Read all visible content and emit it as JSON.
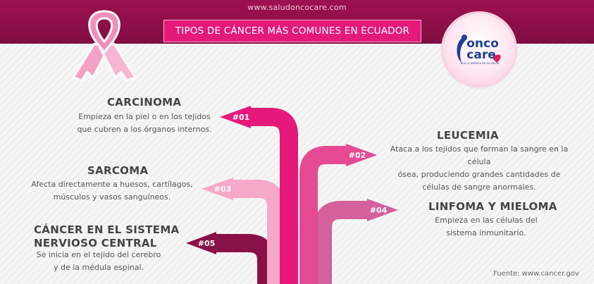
{
  "site_url": "www.saludoncocare.com",
  "title": "TIPOS DE CÁNCER MÁS COMUNES EN ECUADOR",
  "logo": {
    "text_line1": "onco",
    "text_line2": "care",
    "tagline": "NOS OCUPAMOS DE SU SALUD"
  },
  "source": "Fuente: www.cancer.gov",
  "colors": {
    "magenta": "#e5197a",
    "dark_plum": "#8a1048",
    "light_pink": "#f6a8c8",
    "mid_pink": "#d4609c",
    "deep_wine": "#9c1053"
  },
  "types": [
    {
      "number": "#01",
      "title": "CARCINOMA",
      "lines": [
        "Empieza en la piel o en los tejidos",
        "que cubren a los órganos internos."
      ]
    },
    {
      "number": "#02",
      "title": "LEUCEMIA",
      "lines": [
        "Ataca a los tejidos que forman la sangre en la célula",
        "ósea, produciendo grandes cantidades de",
        "células de sangre anormales."
      ]
    },
    {
      "number": "#03",
      "title": "SARCOMA",
      "lines": [
        "Afecta directamente a huesos, cartílagos,",
        "músculos y vasos sanguíneos."
      ]
    },
    {
      "number": "#04",
      "title": "LINFOMA Y MIELOMA",
      "lines": [
        "Empieza en las células del",
        "sistema inmunitario."
      ]
    },
    {
      "number": "#05",
      "title_lines": [
        "CÁNCER EN EL SISTEMA",
        "NERVIOSO CENTRAL"
      ],
      "lines": [
        "Se inicia en el tejido del cerebro",
        "y de la médula espinal."
      ]
    }
  ]
}
